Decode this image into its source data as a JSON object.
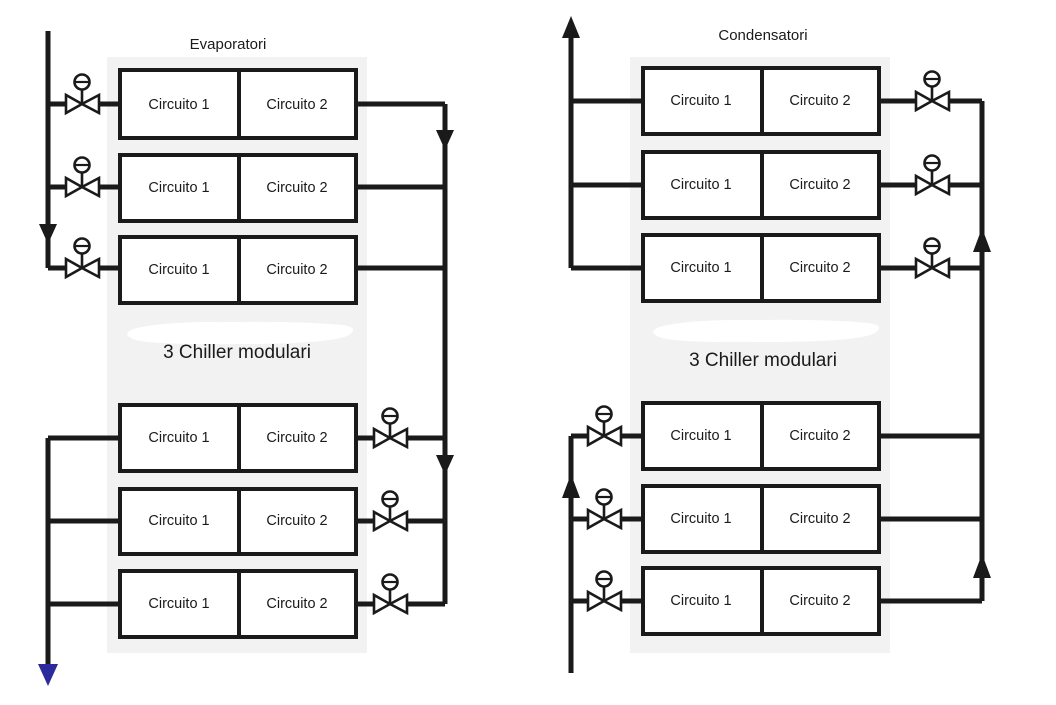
{
  "diagram": {
    "title_left": "Evaporatori",
    "title_right": "Condensatori",
    "note_left": "3 Chiller modulari",
    "note_right": "3 Chiller modulari",
    "circuit_1": "Circuito 1",
    "circuit_2": "Circuito 2",
    "colors": {
      "line": "#1a1a1a",
      "panel": "#f2f2f2",
      "box_fill": "#ffffff",
      "accent_arrow": "#2b2b9e"
    },
    "icons": {
      "valve": "valve-icon",
      "arrow_down": "arrow-down-icon",
      "arrow_up": "arrow-up-icon"
    }
  },
  "left_group": {
    "name": "Evaporatori",
    "upper_rows": [
      {
        "circuit_1": "Circuito 1",
        "circuit_2": "Circuito 2"
      },
      {
        "circuit_1": "Circuito 1",
        "circuit_2": "Circuito 2"
      },
      {
        "circuit_1": "Circuito 1",
        "circuit_2": "Circuito 2"
      }
    ],
    "lower_rows": [
      {
        "circuit_1": "Circuito 1",
        "circuit_2": "Circuito 2"
      },
      {
        "circuit_1": "Circuito 1",
        "circuit_2": "Circuito 2"
      },
      {
        "circuit_1": "Circuito 1",
        "circuit_2": "Circuito 2"
      }
    ],
    "valve_count": 6,
    "valve_side": "left"
  },
  "right_group": {
    "name": "Condensatori",
    "upper_rows": [
      {
        "circuit_1": "Circuito 1",
        "circuit_2": "Circuito 2"
      },
      {
        "circuit_1": "Circuito 1",
        "circuit_2": "Circuito 2"
      },
      {
        "circuit_1": "Circuito 1",
        "circuit_2": "Circuito 2"
      }
    ],
    "lower_rows": [
      {
        "circuit_1": "Circuito 1",
        "circuit_2": "Circuito 2"
      },
      {
        "circuit_1": "Circuito 1",
        "circuit_2": "Circuito 2"
      },
      {
        "circuit_1": "Circuito 1",
        "circuit_2": "Circuito 2"
      }
    ],
    "valve_count": 6,
    "valve_side": "right"
  }
}
